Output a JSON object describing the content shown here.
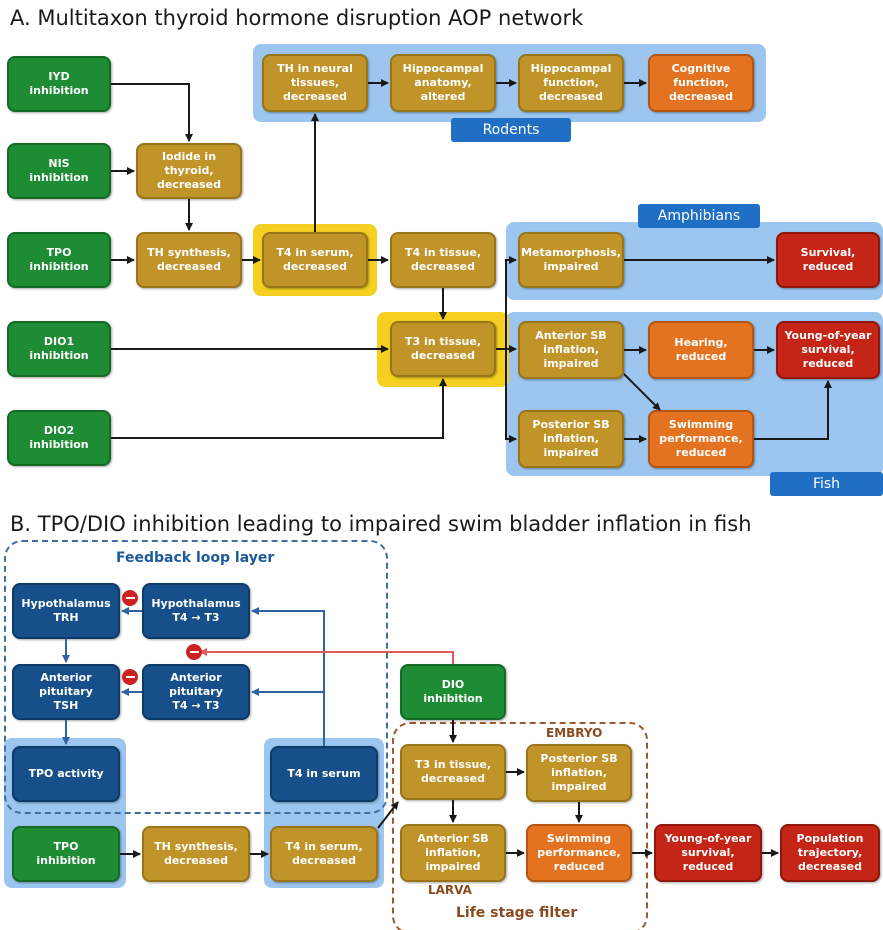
{
  "panel_a": {
    "title": "A. Multitaxon thyroid hormone disruption AOP network",
    "tags": {
      "rodents": "Rodents",
      "amphibians": "Amphibians",
      "fish": "Fish"
    },
    "boxes": {
      "iyd": "IYD\ninhibition",
      "nis": "NIS\ninhibition",
      "tpo": "TPO\ninhibition",
      "dio1": "DIO1\ninhibition",
      "dio2": "DIO2\ninhibition",
      "iodide": "Iodide in thyroid,\ndecreased",
      "th_synth": "TH synthesis,\ndecreased",
      "t4_serum": "T4 in serum,\ndecreased",
      "t4_tissue": "T4 in tissue,\ndecreased",
      "t3_tissue": "T3 in tissue,\ndecreased",
      "th_neural": "TH in neural\ntissues,\ndecreased",
      "hippo_anat": "Hippocampal\nanatomy,\naltered",
      "hippo_func": "Hippocampal\nfunction,\ndecreased",
      "cognitive": "Cognitive\nfunction,\ndecreased",
      "metamorph": "Metamorphosis,\nimpaired",
      "survival": "Survival,\nreduced",
      "ant_sb": "Anterior SB\ninflation,\nimpaired",
      "post_sb": "Posterior SB\ninflation,\nimpaired",
      "hearing": "Hearing,\nreduced",
      "swimming": "Swimming\nperformance,\nreduced",
      "yoy": "Young-of-year\nsurvival,\nreduced"
    }
  },
  "panel_b": {
    "title": "B. TPO/DIO inhibition leading to impaired swim bladder inflation in fish",
    "feedback_label": "Feedback loop layer",
    "life_stage_label": "Life stage filter",
    "embryo_label": "EMBRYO",
    "larva_label": "LARVA",
    "boxes": {
      "hypo_trh": "Hypothalamus\nTRH",
      "hypo_t4t3": "Hypothalamus\nT4 → T3",
      "ant_pit_tsh": "Anterior pituitary\nTSH",
      "ant_pit_t4t3": "Anterior pituitary\nT4 → T3",
      "tpo_activity": "TPO activity",
      "t4_serum_fb": "T4 in serum",
      "tpo_inh": "TPO\ninhibition",
      "th_synth": "TH synthesis,\ndecreased",
      "t4_serum": "T4 in serum,\ndecreased",
      "dio_inh": "DIO\ninhibition",
      "t3_tissue": "T3 in tissue,\ndecreased",
      "post_sb": "Posterior SB\ninflation,\nimpaired",
      "ant_sb": "Anterior SB\ninflation,\nimpaired",
      "swimming": "Swimming\nperformance,\nreduced",
      "yoy": "Young-of-year\nsurvival,\nreduced",
      "population": "Population\ntrajectory,\ndecreased"
    }
  },
  "colors": {
    "mie_green": "#1e8c34",
    "ke_gold": "#c09428",
    "ke_orange": "#e37320",
    "ao_red": "#c42516",
    "feedback_navy": "#174f8a",
    "taxon_region_blue": "#9cc6ef",
    "taxon_tag_blue": "#1f6fc5",
    "highlight_yellow": "#f5d020",
    "inhibition_red": "#e05a5a"
  }
}
